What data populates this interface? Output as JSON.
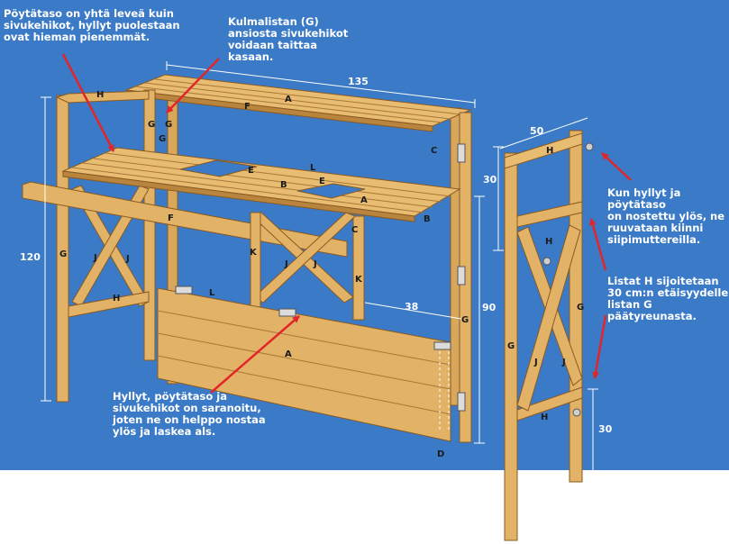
{
  "colors": {
    "background": "#3a7ac6",
    "wood": "#e2b266",
    "wood_dark": "#b8843e",
    "arrow": "#e1262b",
    "dimension_line": "#ffffff"
  },
  "notes": {
    "top_left": "Pöytätaso on yhtä leveä kuin\nsivukehikot, hyllyt puolestaan\novat hieman pienemmät.",
    "top_center": "Kulmalistan (G)\nansiosta sivukehikot\nvoidaan taittaa\nkasaan.",
    "bottom_center": "Hyllyt, pöytätaso ja\nsivukehikot on saranoitu,\njoten ne on helppo nostaa\nylös ja laskea als.",
    "right_upper": "Kun hyllyt ja pöytätaso\non nostettu ylös, ne\nruuvataan kiinni\nsiipimuttereilla.",
    "right_lower": "Listat H sijoitetaan\n30 cm:n etäisyydelle\nlistan G päätyreunasta."
  },
  "dimensions": {
    "length": "135",
    "height_left": "120",
    "shelf_gap": "30",
    "right_height": "90",
    "depth_gap": "38",
    "side_width": "50",
    "side_bottom": "30"
  },
  "parts": {
    "A": "A",
    "B": "B",
    "C": "C",
    "D": "D",
    "E": "E",
    "F": "F",
    "G": "G",
    "H": "H",
    "J": "J",
    "K": "K",
    "L": "L"
  }
}
